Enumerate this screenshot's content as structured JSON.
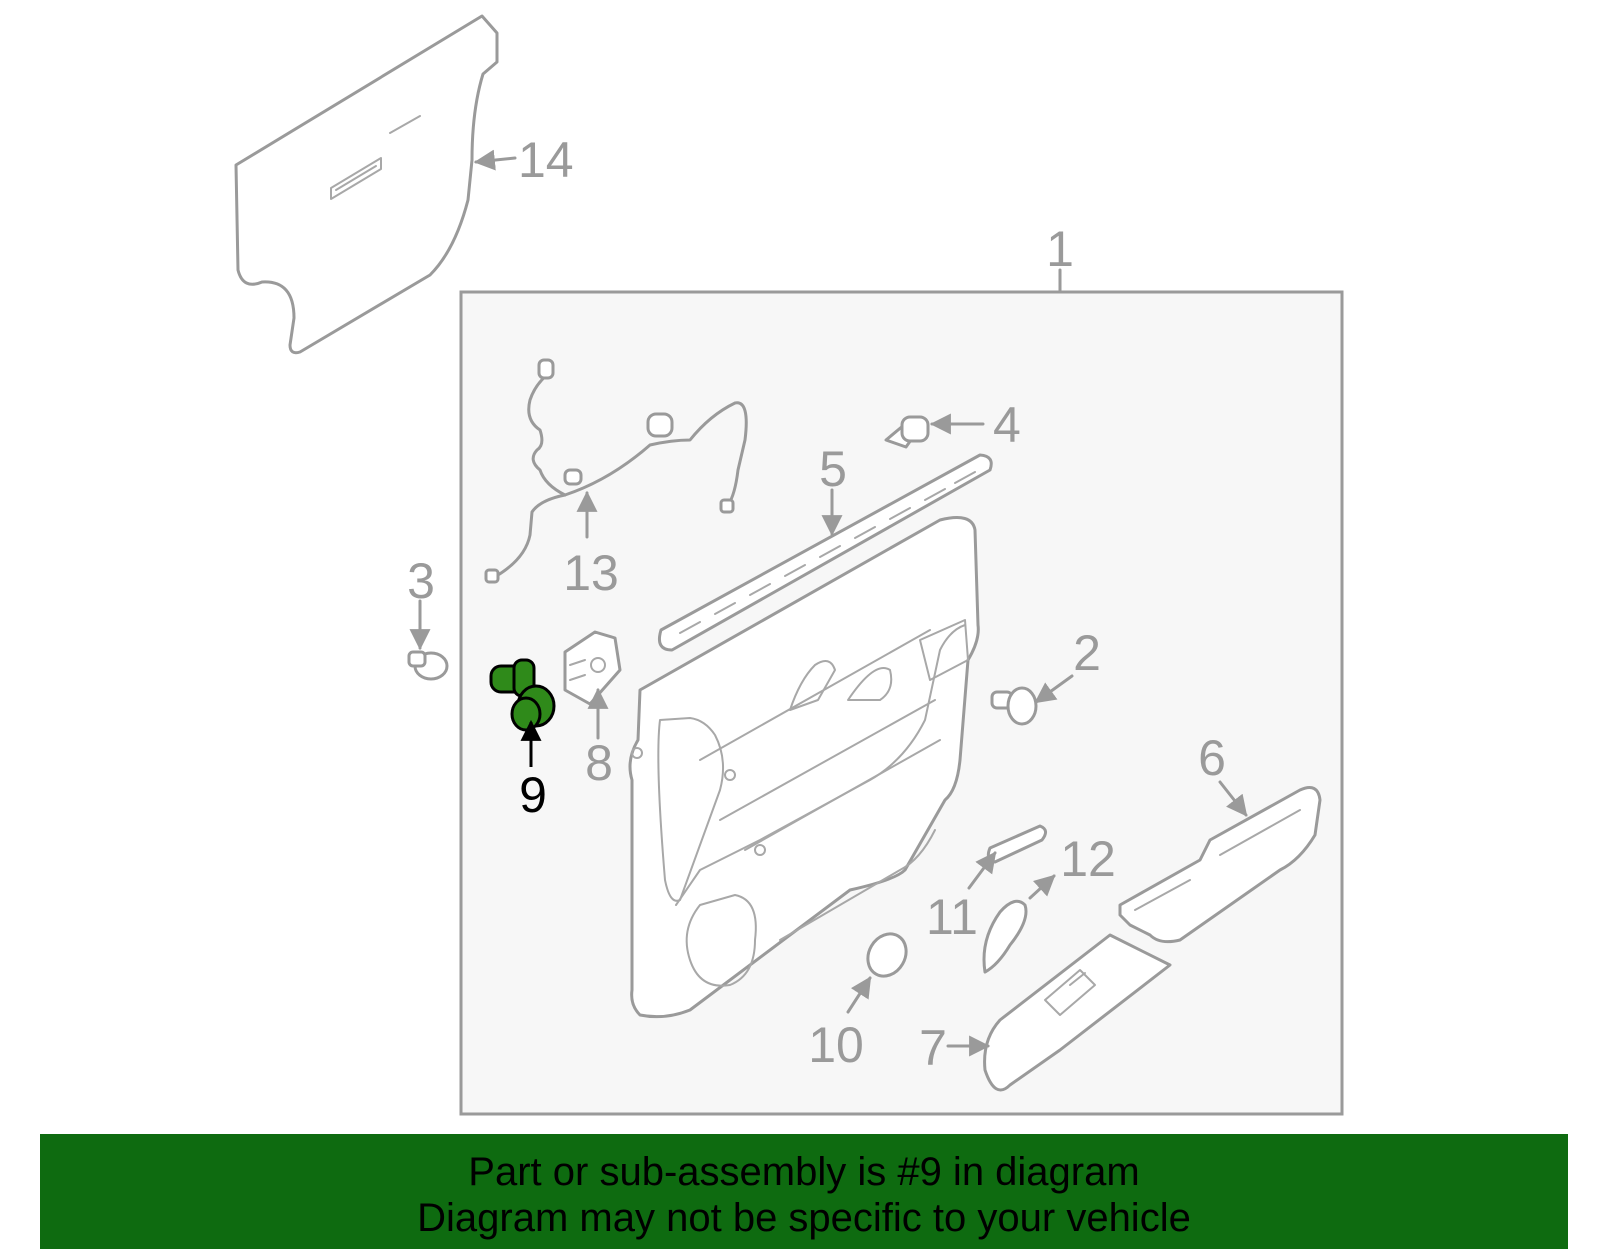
{
  "callouts": {
    "c1": "1",
    "c2": "2",
    "c3": "3",
    "c4": "4",
    "c5": "5",
    "c6": "6",
    "c7": "7",
    "c8": "8",
    "c9": "9",
    "c10": "10",
    "c11": "11",
    "c12": "12",
    "c13": "13",
    "c14": "14"
  },
  "highlighted_part": "9",
  "colors": {
    "highlight_fill": "#2f8a1a",
    "banner_background": "#0e6b10",
    "line_gray": "#9a9a9a"
  },
  "banner": {
    "line1": "Part or sub-assembly is #9 in diagram",
    "line2": "Diagram may not be specific to your vehicle"
  }
}
